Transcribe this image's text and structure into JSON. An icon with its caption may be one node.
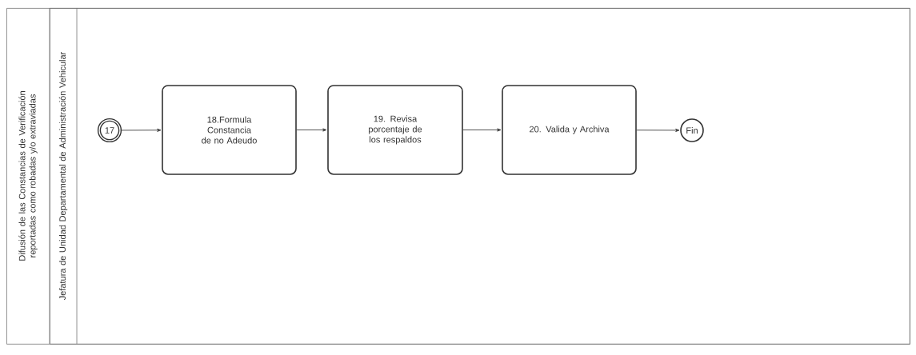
{
  "diagram": {
    "nodes": [
      {
        "text": [
          "Difusión de las Constancias de Verificación reportadas como robadas y/o extraviadas"
        ]
      },
      {
        "text": [
          "Jefatura de Unidad Departamental de Administración Vehicular"
        ],
        "in": 0
      },
      {
        "text": [
          "17"
        ],
        "in": 1
      },
      {
        "text": [
          "18.Formula Constancia de no Adeudo"
        ],
        "in": 1
      },
      {
        "text": [
          "19. Revisa porcentaje de los respaldos"
        ],
        "in": 1
      },
      {
        "text": [
          "20. Valida  y Archiva"
        ],
        "in": 1
      },
      {
        "text": [
          "Fin"
        ],
        "in": 1
      }
    ],
    "edges": [
      {
        "from": 2,
        "to": 3,
        "arrow": "to"
      },
      {
        "from": 3,
        "to": 4,
        "arrow": "to"
      },
      {
        "from": 4,
        "to": 5,
        "arrow": "to"
      },
      {
        "from": 5,
        "to": 6,
        "arrow": "to"
      }
    ]
  }
}
